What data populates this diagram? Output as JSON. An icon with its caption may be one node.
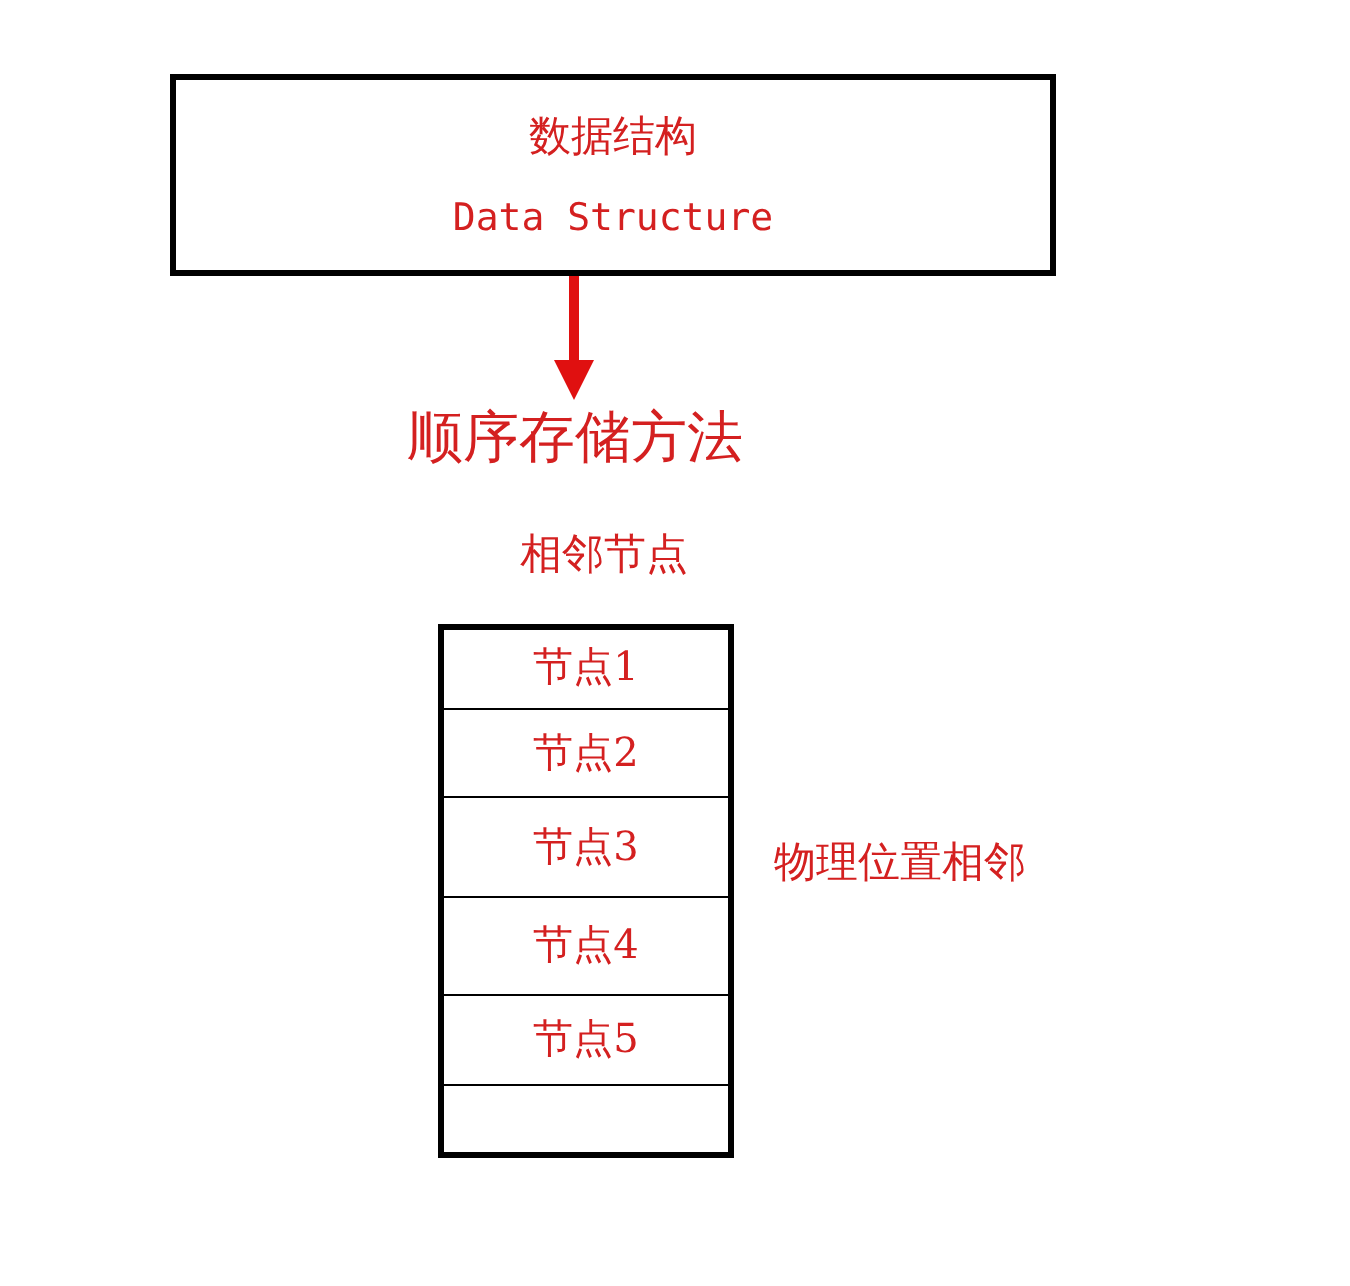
{
  "diagram": {
    "nodes": [
      {
        "text": [
          "数据结构",
          "Data Structure"
        ]
      },
      {
        "text": [
          "顺序存储方法"
        ]
      },
      {
        "text": [
          "相邻节点"
        ],
        "beside": [
          "物理位置相邻"
        ]
      },
      {
        "text": [
          "节点1"
        ],
        "in": 2
      },
      {
        "text": [
          "节点2"
        ],
        "in": 2
      },
      {
        "text": [
          "节点3"
        ],
        "in": 2
      },
      {
        "text": [
          "节点4"
        ],
        "in": 2
      },
      {
        "text": [
          "节点5"
        ],
        "in": 2
      },
      {
        "text": [],
        "shape": "box",
        "in": 2
      }
    ],
    "edges": [
      {
        "from": 0,
        "to": 1,
        "arrow": "to"
      }
    ]
  }
}
